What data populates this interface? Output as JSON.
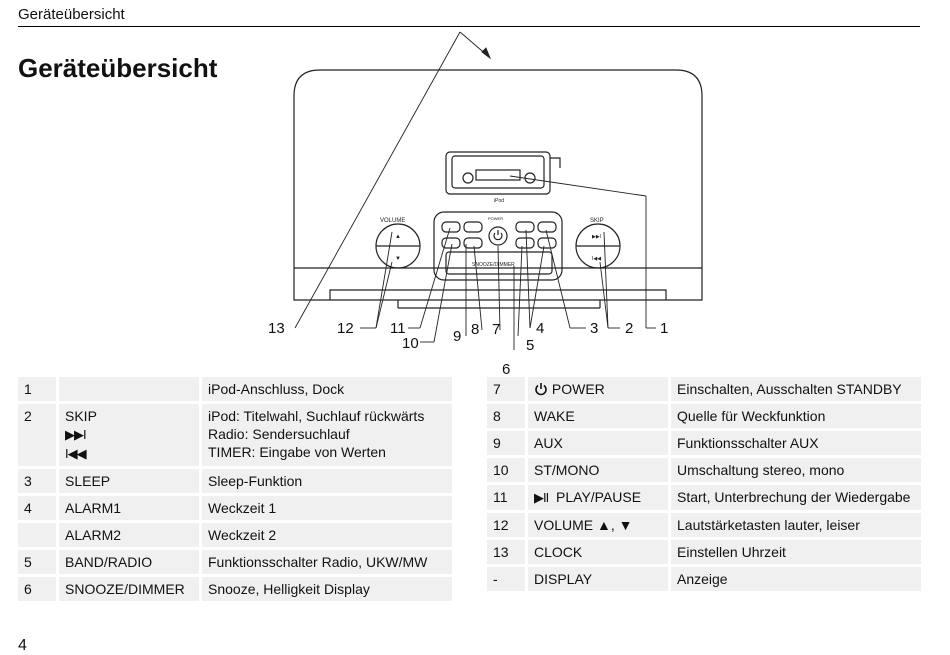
{
  "header": {
    "section_title": "Geräteübersicht"
  },
  "page": {
    "title": "Geräteübersicht",
    "number": "4"
  },
  "device": {
    "labels": {
      "volume": "VOLUME",
      "skip": "SKIP",
      "snooze_dimmer": "SNOOZE/DIMMER",
      "power": "POWER",
      "ipod": "iPod"
    }
  },
  "callouts": [
    "13",
    "12",
    "11",
    "10",
    "9",
    "8",
    "7",
    "6",
    "5",
    "4",
    "3",
    "2",
    "1"
  ],
  "table_left": [
    {
      "num": "1",
      "name": "",
      "desc": "iPod-Anschluss, Dock"
    },
    {
      "num": "2",
      "name": "SKIP",
      "name_sym1": "▶▶I",
      "name_sym2": "I◀◀",
      "desc": "iPod: Titelwahl, Suchlauf rückwärts",
      "desc2": "Radio: Sendersuchlauf",
      "desc3": "TIMER: Eingabe von Werten"
    },
    {
      "num": "3",
      "name": "SLEEP",
      "desc": "Sleep-Funktion"
    },
    {
      "num": "4",
      "name": "ALARM1",
      "desc": "Weckzeit 1"
    },
    {
      "num": "",
      "name": "ALARM2",
      "desc": "Weckzeit 2"
    },
    {
      "num": "5",
      "name": "BAND/RADIO",
      "desc": "Funktionsschalter Radio, UKW/MW"
    },
    {
      "num": "6",
      "name": "SNOOZE/DIMMER",
      "desc": "Snooze, Helligkeit Display"
    }
  ],
  "table_right": [
    {
      "num": "7",
      "name": "POWER",
      "desc": "Einschalten, Ausschalten STANDBY"
    },
    {
      "num": "8",
      "name": "WAKE",
      "desc": "Quelle für Weckfunktion"
    },
    {
      "num": "9",
      "name": "AUX",
      "desc": "Funktionsschalter AUX"
    },
    {
      "num": "10",
      "name": "ST/MONO",
      "desc": "Umschaltung stereo, mono"
    },
    {
      "num": "11",
      "name": "PLAY/PAUSE",
      "name_sym": "▶II",
      "desc": "Start, Unterbrechung der Wiedergabe"
    },
    {
      "num": "12",
      "name": "VOLUME ▲, ▼",
      "desc": "Lautstärketasten lauter, leiser"
    },
    {
      "num": "13",
      "name": "CLOCK",
      "desc": "Einstellen Uhrzeit"
    },
    {
      "num": "-",
      "name": "DISPLAY",
      "desc": "Anzeige"
    }
  ]
}
